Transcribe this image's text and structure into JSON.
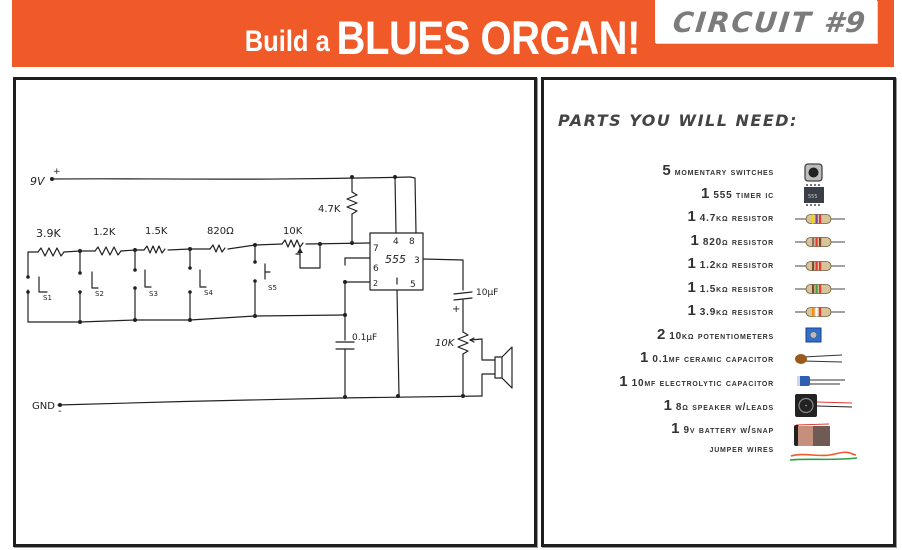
{
  "header": {
    "title_prefix": "Build a",
    "title_main": "BLUES ORGAN!",
    "circuit_badge": "CIRCUIT #9",
    "brand_color": "#f05a28"
  },
  "schematic": {
    "supply_label": "9V",
    "supply_sign": "+",
    "ground_label": "GND",
    "ground_sign": "-",
    "resistors": [
      {
        "label": "3.9K"
      },
      {
        "label": "1.2K"
      },
      {
        "label": "1.5K"
      },
      {
        "label": "820Ω"
      },
      {
        "label": "4.7K"
      }
    ],
    "pot_top_label": "10K",
    "pot_bottom_label": "10K",
    "switches": [
      "S1",
      "S2",
      "S3",
      "S4",
      "S5"
    ],
    "ic_label": "555",
    "ic_pins": [
      "4",
      "8",
      "7",
      "6",
      "2",
      "3",
      "1",
      "5"
    ],
    "cap_small_label": "0.1μF",
    "cap_large_label": "10μF",
    "cap_large_polarity": "+"
  },
  "parts": {
    "title": "PARTS YOU WILL NEED:",
    "items": [
      {
        "qty": "5",
        "name": "MOMENTARY SWITCHES",
        "icon": "pushbutton-icon"
      },
      {
        "qty": "1",
        "name": "555 TIMER IC",
        "icon": "ic-chip-icon",
        "chip_text": "555"
      },
      {
        "qty": "1",
        "name": "4.7KΩ RESISTOR",
        "icon": "resistor-icon",
        "bands": [
          "#f2d700",
          "#7a3fa0",
          "#e53935"
        ]
      },
      {
        "qty": "1",
        "name": "820Ω RESISTOR",
        "icon": "resistor-icon",
        "bands": [
          "#8d6e63",
          "#e53935",
          "#7a4a2a"
        ]
      },
      {
        "qty": "1",
        "name": "1.2KΩ RESISTOR",
        "icon": "resistor-icon",
        "bands": [
          "#7a4a2a",
          "#e53935",
          "#e53935"
        ]
      },
      {
        "qty": "1",
        "name": "1.5KΩ RESISTOR",
        "icon": "resistor-icon",
        "bands": [
          "#7a4a2a",
          "#43a047",
          "#e53935"
        ]
      },
      {
        "qty": "1",
        "name": "3.9KΩ RESISTOR",
        "icon": "resistor-icon",
        "bands": [
          "#fb8c00",
          "#f5f5f5",
          "#e53935"
        ]
      },
      {
        "qty": "2",
        "name": "10KΩ POTENTIOMETERS",
        "icon": "potentiometer-icon"
      },
      {
        "qty": "1",
        "name": "0.1μF CERAMIC CAPACITOR",
        "icon": "ceramic-capacitor-icon"
      },
      {
        "qty": "1",
        "name": "10μF ELECTROLYTIC CAPACITOR",
        "icon": "electrolytic-capacitor-icon"
      },
      {
        "qty": "1",
        "name": "8Ω SPEAKER W/LEADS",
        "icon": "speaker-icon"
      },
      {
        "qty": "1",
        "name": "9V BATTERY W/SNAP",
        "icon": "battery-icon"
      },
      {
        "qty": "",
        "name": "JUMPER WIRES",
        "icon": "jumper-wires-icon"
      }
    ]
  }
}
